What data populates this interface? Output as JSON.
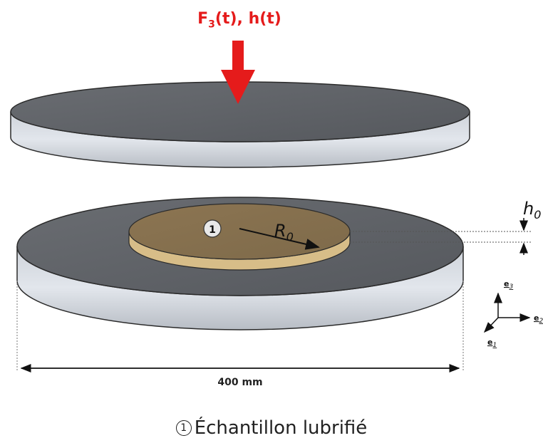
{
  "load": {
    "force_symbol": "F",
    "force_index": "3",
    "force_arg": "(t), h(t)"
  },
  "sample": {
    "marker": "1",
    "radius_symbol": "R",
    "radius_index": "0"
  },
  "thickness": {
    "symbol": "h",
    "index": "0"
  },
  "dimension": {
    "label": "400 mm"
  },
  "axes": {
    "e3": {
      "base": "e",
      "index": "3"
    },
    "e2": {
      "base": "e",
      "index": "2"
    },
    "e1": {
      "base": "e",
      "index": "1"
    }
  },
  "legend": {
    "marker": "1",
    "text": "Échantillon lubrifié"
  },
  "colors": {
    "arrow": "#e51b1b",
    "plate_top": "#5f6267",
    "plate_side": "#d4d8df",
    "sample_top": "#8a7451",
    "sample_side": "#d8bf8a"
  }
}
